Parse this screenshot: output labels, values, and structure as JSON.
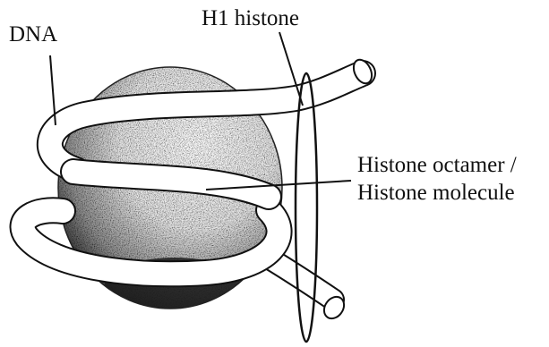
{
  "labels": {
    "dna": "DNA",
    "h1_histone": "H1 histone",
    "octamer_line1": "Histone octamer /",
    "octamer_line2": "Histone molecule"
  },
  "colors": {
    "stroke": "#111111",
    "background": "#ffffff",
    "shade_dark": "#1a1a1a",
    "shade_light": "#9a9a9a"
  }
}
